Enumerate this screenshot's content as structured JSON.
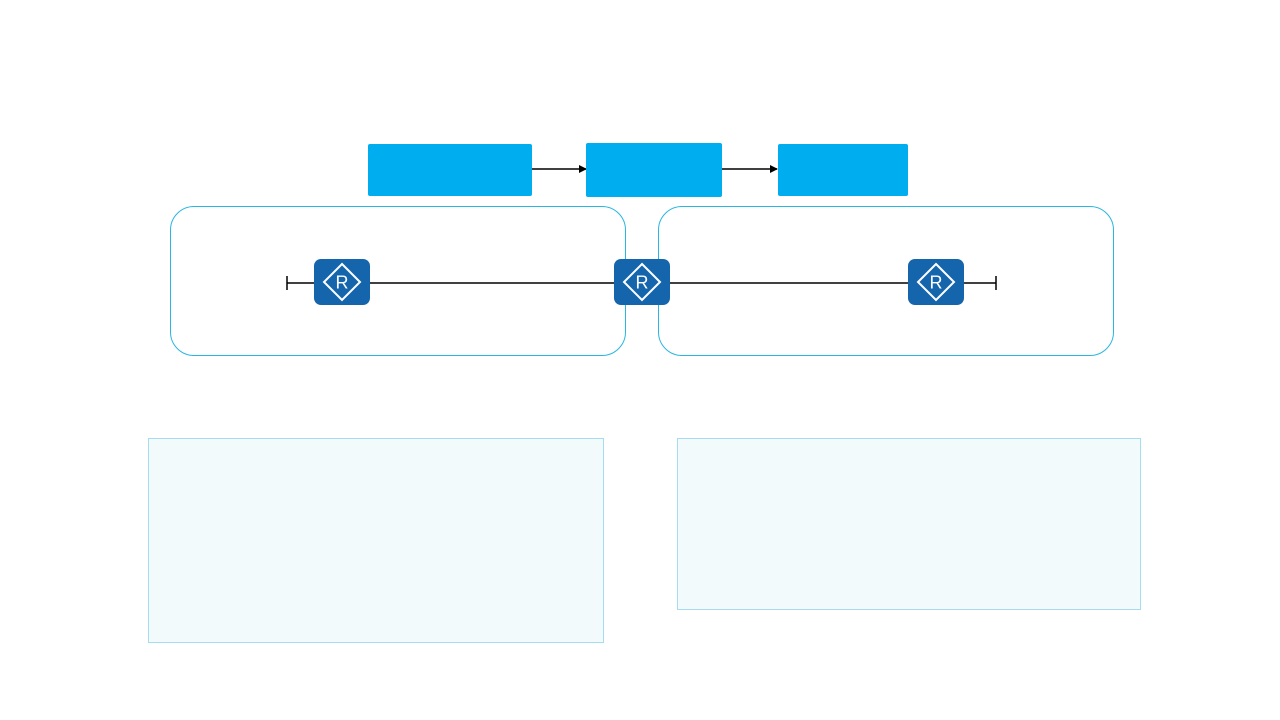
{
  "colors": {
    "flow_box": "#00aeef",
    "region_border": "#29b6e0",
    "router_fill": "#1565ad",
    "router_glyph": "#ffffff",
    "wire": "#000000",
    "note_fill": "#f2fafc",
    "note_border": "#a6dcef"
  },
  "flow": {
    "boxes": [
      {
        "label": ""
      },
      {
        "label": ""
      },
      {
        "label": ""
      }
    ]
  },
  "topology": {
    "routers": [
      {
        "icon": "router-icon",
        "letter": "R"
      },
      {
        "icon": "router-icon",
        "letter": "R"
      },
      {
        "icon": "router-icon",
        "letter": "R"
      }
    ]
  },
  "notes": [
    {
      "text": ""
    },
    {
      "text": ""
    }
  ]
}
